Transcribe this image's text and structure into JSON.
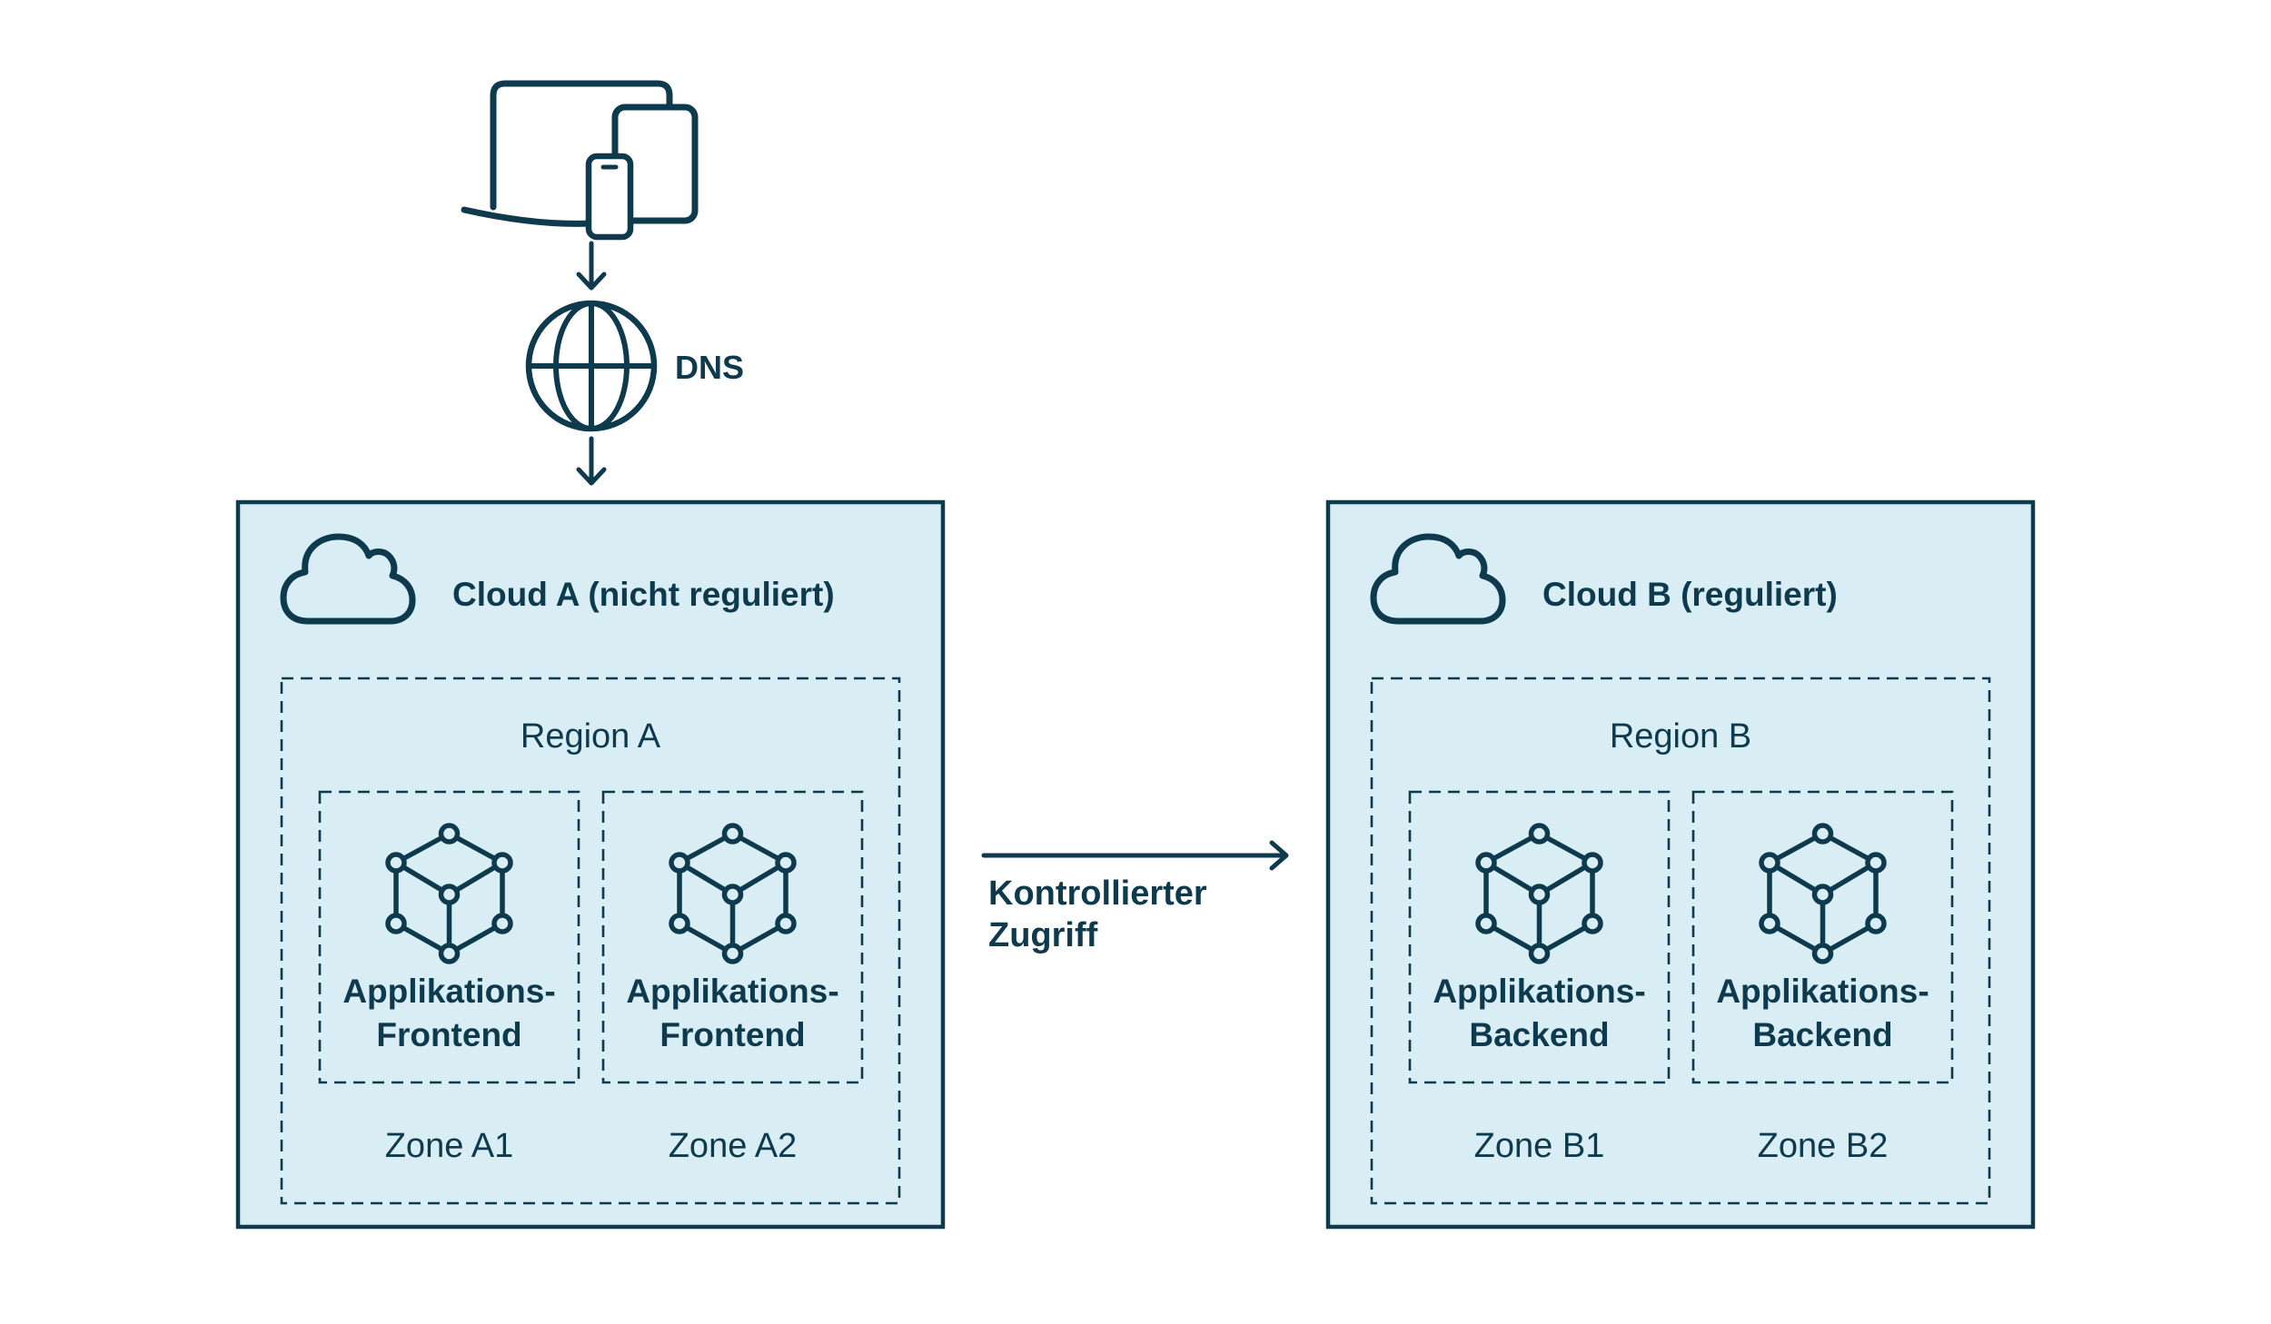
{
  "palette": {
    "ink": "#0e3a4e",
    "panel_fill": "#d9edf5",
    "background": "#ffffff"
  },
  "icons": {
    "devices": "devices-icon (laptop + tablet + smartphone outline)",
    "dns": "globe-icon",
    "cloud": "cloud-outline-icon",
    "app": "cube-nodes-icon"
  },
  "dns": {
    "label": "DNS"
  },
  "flow": {
    "controlled_access_label": "Kontrollierter\nZugriff"
  },
  "cloud_a": {
    "title": "Cloud A (nicht reguliert)",
    "region_label": "Region A",
    "zones": [
      {
        "label": "Zone A1",
        "app_label": "Applikations-\nFrontend"
      },
      {
        "label": "Zone A2",
        "app_label": "Applikations-\nFrontend"
      }
    ]
  },
  "cloud_b": {
    "title": "Cloud B (reguliert)",
    "region_label": "Region B",
    "zones": [
      {
        "label": "Zone B1",
        "app_label": "Applikations-\nBackend"
      },
      {
        "label": "Zone B2",
        "app_label": "Applikations-\nBackend"
      }
    ]
  }
}
